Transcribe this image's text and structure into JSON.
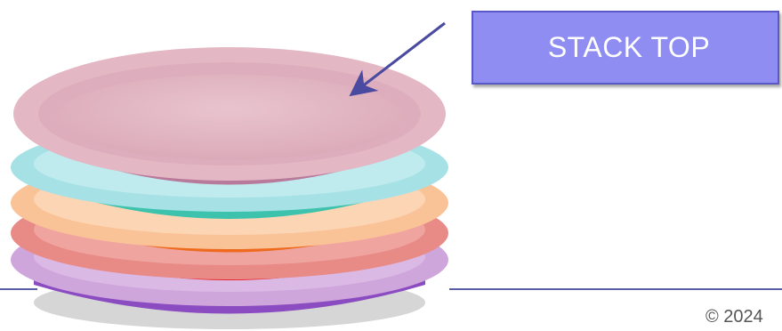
{
  "callout": {
    "label": "STACK TOP"
  },
  "footer": {
    "copyright": "© 2024"
  },
  "plates": [
    {
      "name": "bottom-plate",
      "color": "#cfa6db",
      "inner": "#8b4cc1"
    },
    {
      "name": "red-plate",
      "color": "#e88a86",
      "inner": "#e8242e"
    },
    {
      "name": "orange-plate",
      "color": "#f9c297",
      "inner": "#ee6a1f"
    },
    {
      "name": "teal-plate",
      "color": "#a6e1e6",
      "inner": "#3dc3ad"
    },
    {
      "name": "top-plate",
      "color": "#e3b8c4",
      "inner": "#b87a9b"
    }
  ],
  "colors": {
    "arrow": "#4a4aa0",
    "label_bg": "#8f8df2",
    "footer_line": "#5b5fa8"
  }
}
